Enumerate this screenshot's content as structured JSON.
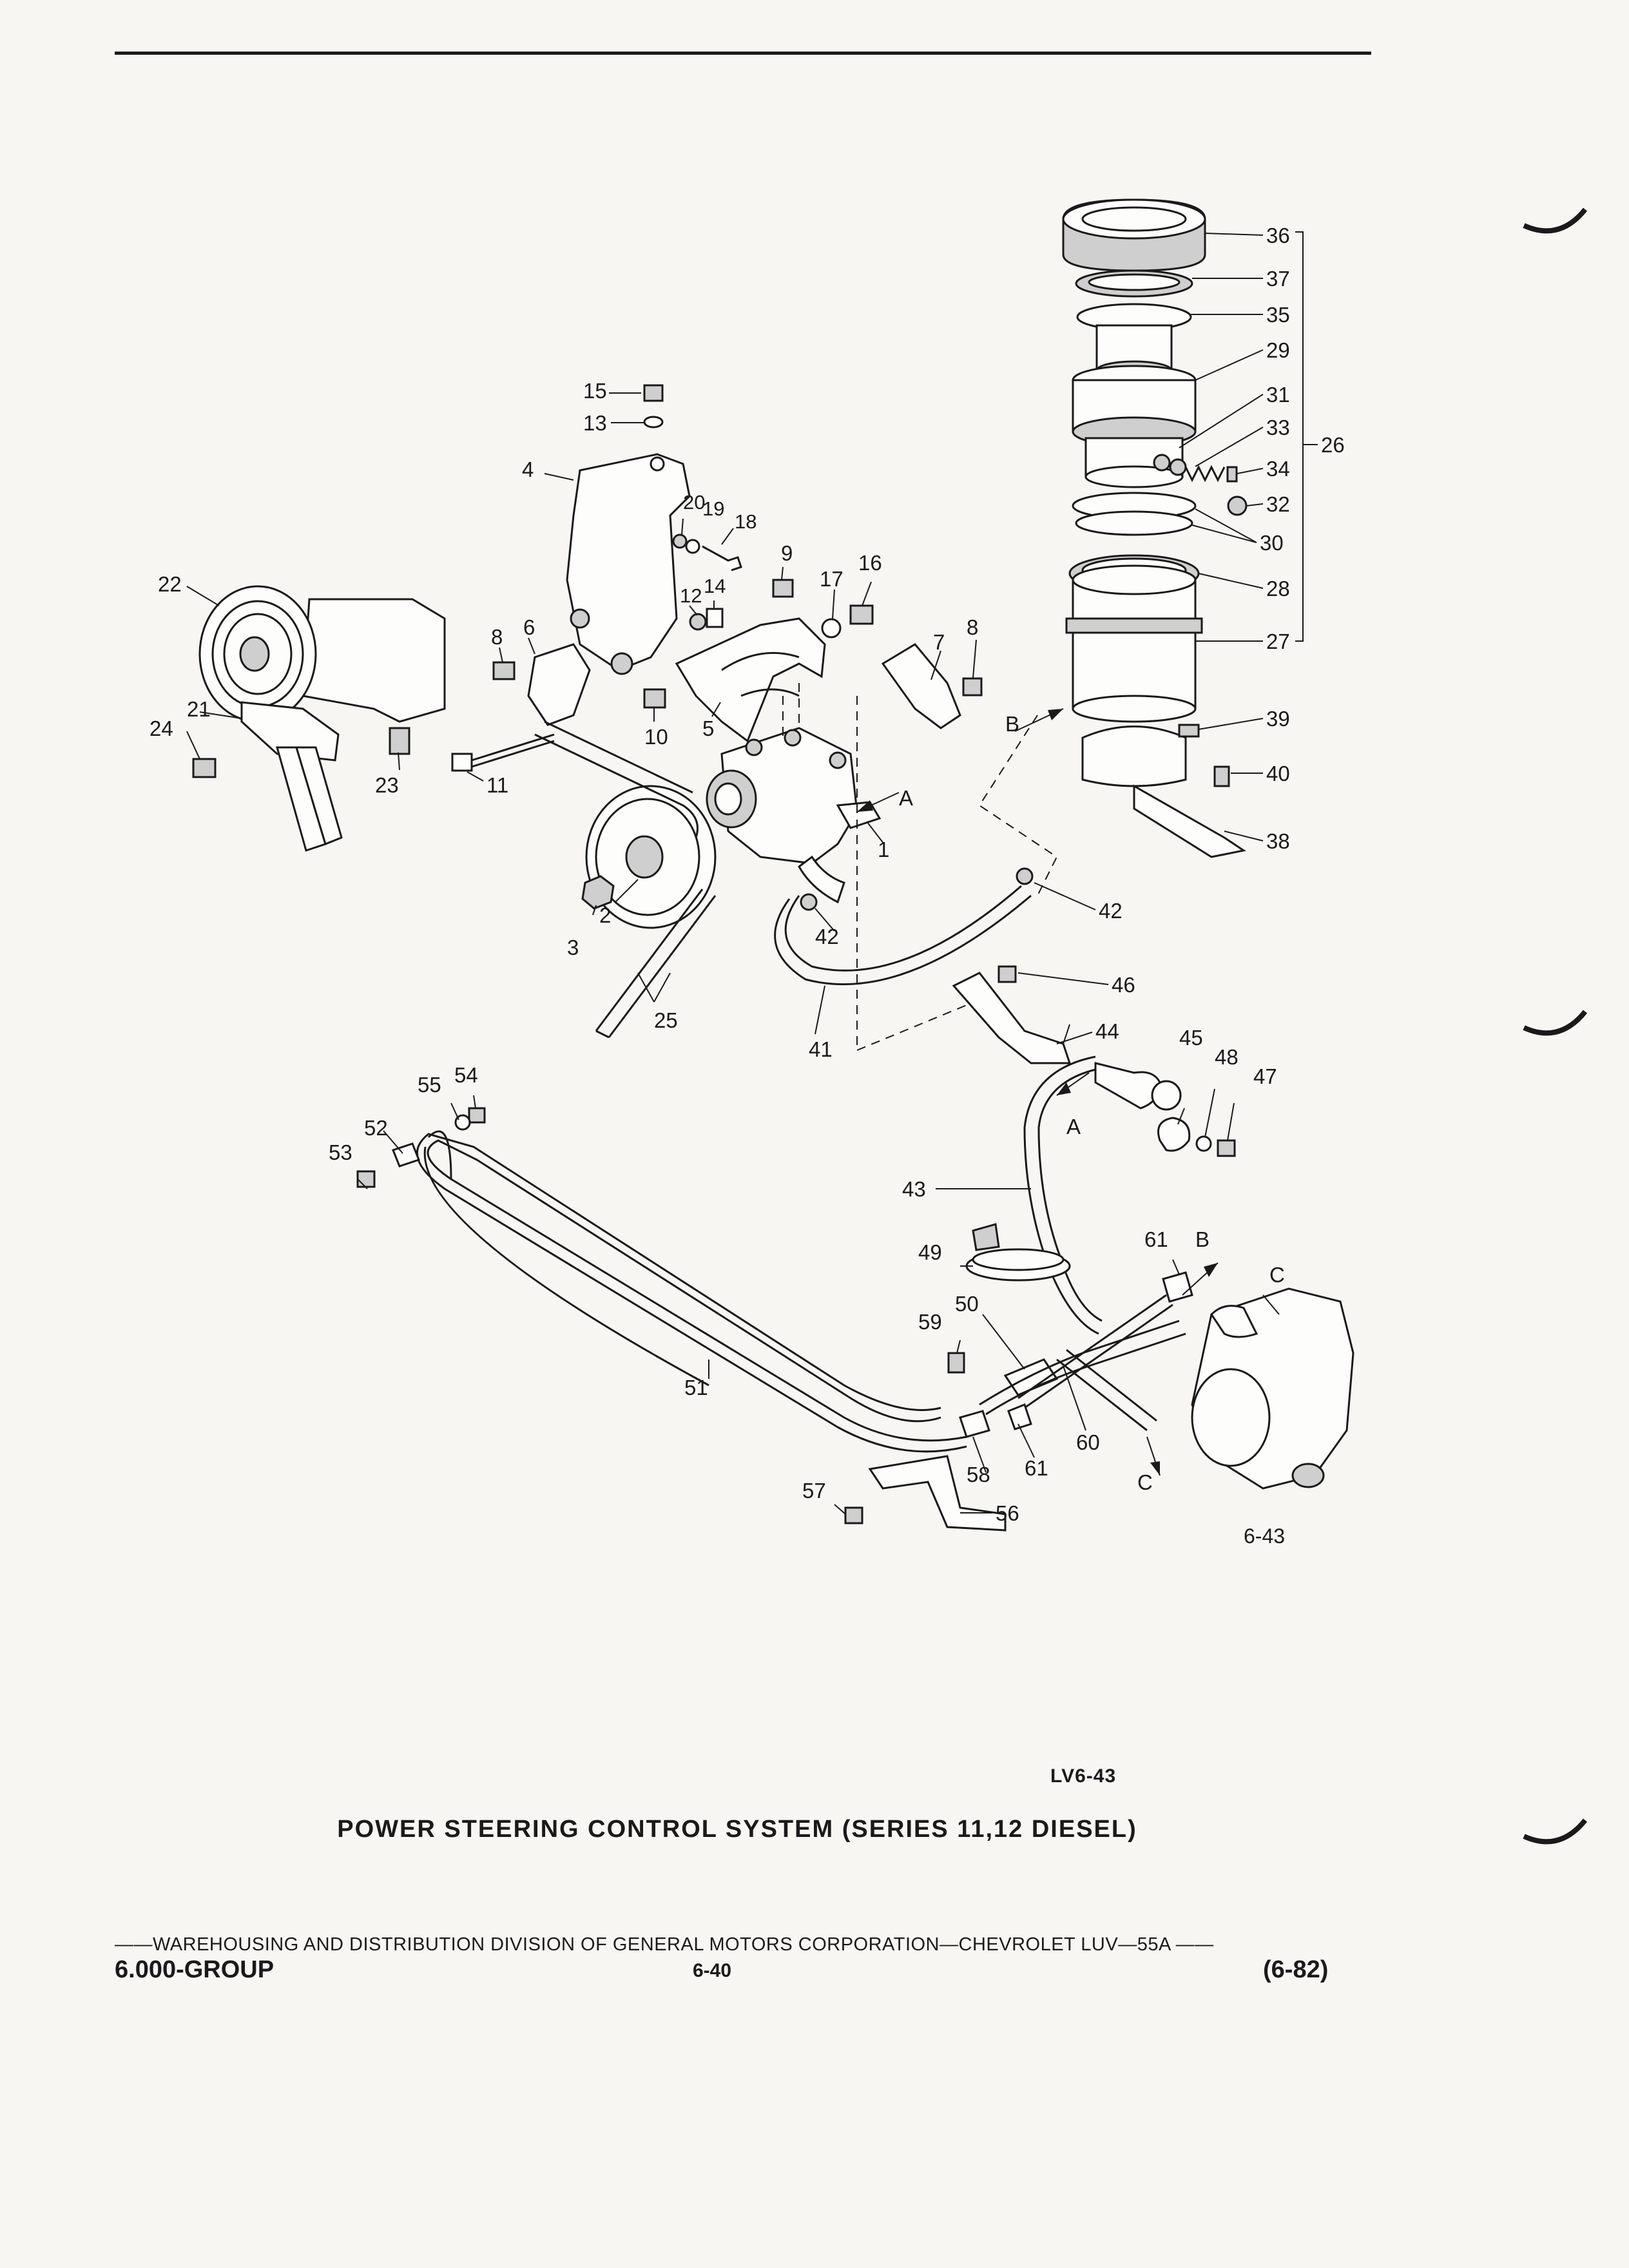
{
  "diagram_code": "LV6-43",
  "figure_ref": "6-43",
  "title": "POWER STEERING CONTROL SYSTEM (SERIES 11,12 DIESEL)",
  "footer": {
    "division_line": "——WAREHOUSING AND DISTRIBUTION DIVISION OF GENERAL MOTORS CORPORATION—CHEVROLET LUV—55A ——",
    "group": "6.000-GROUP",
    "page": "6-40",
    "date": "(6-82)"
  },
  "callouts": {
    "c1": "1",
    "c2": "2",
    "c3": "3",
    "c4": "4",
    "c5": "5",
    "c6": "6",
    "c7": "7",
    "c8a": "8",
    "c8b": "8",
    "c9": "9",
    "c10": "10",
    "c11": "11",
    "c12": "12",
    "c13": "13",
    "c14": "14",
    "c15": "15",
    "c16": "16",
    "c17": "17",
    "c18": "18",
    "c19": "19",
    "c20": "20",
    "c21": "21",
    "c22": "22",
    "c23": "23",
    "c24": "24",
    "c25": "25",
    "c26": "26",
    "c27": "27",
    "c28": "28",
    "c29": "29",
    "c30": "30",
    "c31": "31",
    "c32": "32",
    "c33": "33",
    "c34": "34",
    "c35": "35",
    "c36": "36",
    "c37": "37",
    "c38": "38",
    "c39": "39",
    "c40": "40",
    "c41": "41",
    "c42a": "42",
    "c42b": "42",
    "c43": "43",
    "c44": "44",
    "c45": "45",
    "c46": "46",
    "c47": "47",
    "c48": "48",
    "c49": "49",
    "c50": "50",
    "c51": "51",
    "c52": "52",
    "c53": "53",
    "c54": "54",
    "c55": "55",
    "c56": "56",
    "c57": "57",
    "c58": "58",
    "c59": "59",
    "c60": "60",
    "c61a": "61",
    "c61b": "61"
  },
  "flow_labels": {
    "a1": "A",
    "a2": "A",
    "b1": "B",
    "b2": "B",
    "c1": "C",
    "c2": "C"
  }
}
